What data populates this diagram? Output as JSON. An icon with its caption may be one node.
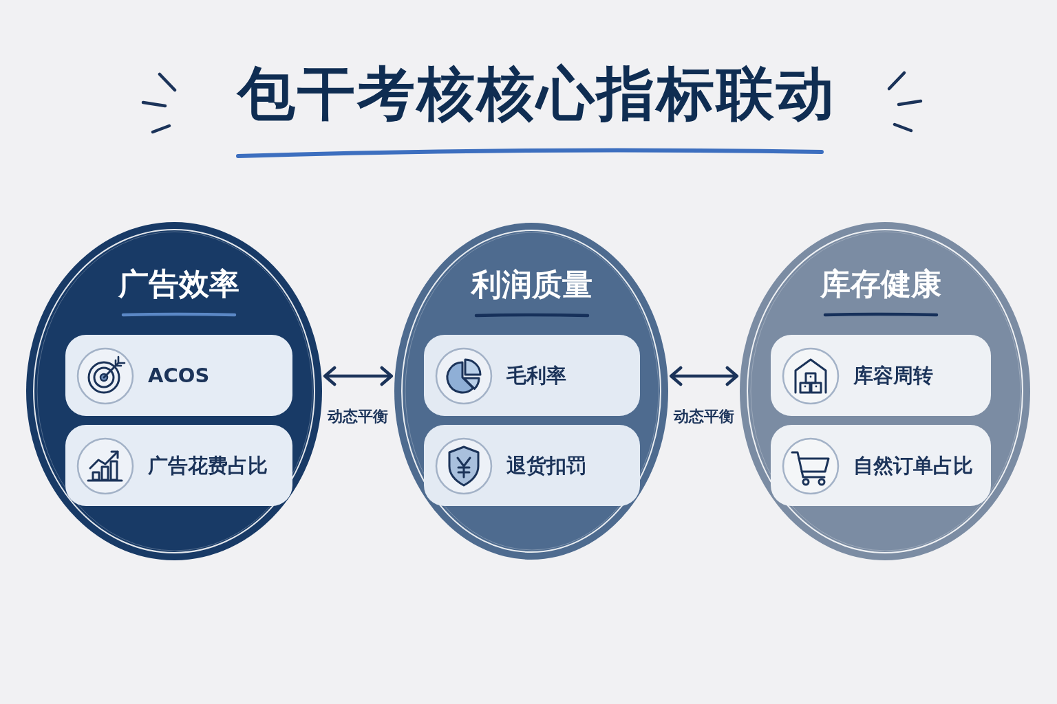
{
  "diagram": {
    "title": "包干考核核心指标联动",
    "nodes": [
      {
        "text": [
          "广告效率"
        ]
      },
      {
        "text": [
          "ACOS"
        ],
        "in": 0
      },
      {
        "text": [
          "广告花费占比"
        ],
        "in": 0
      },
      {
        "text": [
          "利润质量"
        ]
      },
      {
        "text": [
          "毛利率"
        ],
        "in": 3
      },
      {
        "text": [
          "退货扣罚"
        ],
        "in": 3
      },
      {
        "text": [
          "库存健康"
        ]
      },
      {
        "text": [
          "库容周转"
        ],
        "in": 6
      },
      {
        "text": [
          "自然订单占比"
        ],
        "in": 6
      }
    ],
    "edges": [
      {
        "from": 0,
        "to": 3,
        "arrow": "both",
        "label": "动态平衡"
      },
      {
        "from": 3,
        "to": 6,
        "arrow": "both",
        "label": "动态平衡"
      }
    ]
  }
}
